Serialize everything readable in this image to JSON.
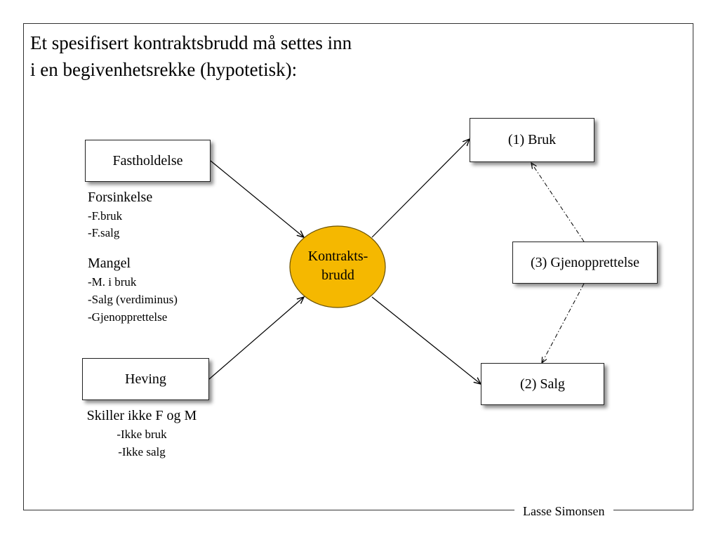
{
  "title": {
    "line1": "Et spesifisert kontraktsbrudd må settes inn",
    "line2": "i en begivenhetsrekke (hypotetisk):"
  },
  "nodes": {
    "fastholdelse": "Fastholdelse",
    "heving": "Heving",
    "kontraktsbrudd_line1": "Kontrakts-",
    "kontraktsbrudd_line2": "brudd",
    "bruk": "(1) Bruk",
    "salg": "(2) Salg",
    "gjenopprettelse": "(3) Gjenopprettelse"
  },
  "forsinkelse": {
    "heading": "Forsinkelse",
    "items": [
      "-F.bruk",
      "-F.salg"
    ]
  },
  "mangel": {
    "heading": "Mangel",
    "items": [
      "-M. i bruk",
      "-Salg (verdiminus)",
      "-Gjenopprettelse"
    ]
  },
  "heving_notes": {
    "heading": "Skiller ikke F og M",
    "items": [
      "-Ikke bruk",
      "-Ikke salg"
    ]
  },
  "footer": "Lasse Simonsen",
  "colors": {
    "circle_fill": "#F5B800",
    "circle_stroke": "#6B5200"
  }
}
